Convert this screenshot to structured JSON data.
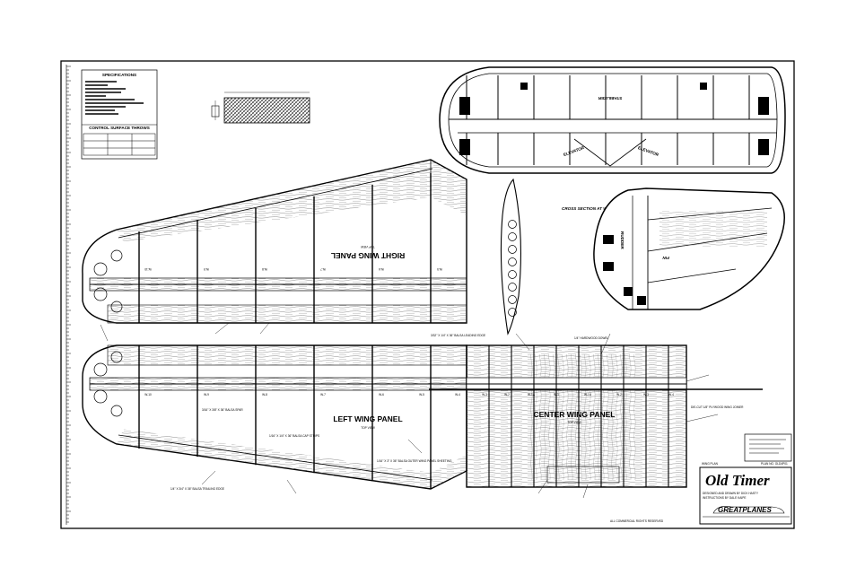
{
  "title_block": {
    "title": "Old Timer",
    "designer": "DESIGNED AND DRAWN BY DICK HASTY",
    "instructions": "INSTRUCTIONS BY DALE KAIPE",
    "brand": "GREATPLANES",
    "plan_label": "WING PLAN",
    "plan_no": "PLAN NO. OLD4P01",
    "rights": "ALL COMMERCIAL RIGHTS RESERVED"
  },
  "views": {
    "left_wing": "LEFT WING PANEL",
    "right_wing": "RIGHT WING PANEL",
    "center_wing": "CENTER WING PANEL",
    "top_view": "TOP VIEW",
    "cross_section": "CROSS SECTION AT W-4",
    "stabilizer": "STABILIZER",
    "elevator": "ELEVATOR",
    "rudder": "RUDDER",
    "fin": "FIN"
  },
  "specs": {
    "heading": "SPECIFICATIONS",
    "control_heading": "CONTROL SURFACE THROWS"
  },
  "ribs_lower": [
    "W-10",
    "W-9",
    "W-8",
    "W-7",
    "W-6",
    "W-5",
    "W-4",
    "W-3",
    "W-2",
    "W-1A",
    "W-1",
    "W-1A",
    "W-2",
    "W-3",
    "W-4"
  ],
  "ribs_upper": [
    "W-10",
    "W-9",
    "W-8",
    "W-7",
    "W-6",
    "W-5"
  ],
  "callouts": {
    "trailing_edge": "1/4\" X 3/4\" X 36\" BALSA TRAILING EDGE",
    "leading_edge": "3/32\" X 1/4\" X 36\" BALSA LEADING EDGE",
    "spar": "3/16\" X 3/8\" X 36\" BALSA SPAR",
    "sheeting": "1/16\" X 3\" X 36\" BALSA OUTER WING PANEL SHEETING",
    "cap_strips": "1/16\" X 1/4\" X 36\" BALSA CAP STRIPS",
    "dowel": "1/4\" HARDWOOD DOWEL",
    "plywood": "DIE-CUT 1/8\" PLYWOOD WING JOINER"
  }
}
